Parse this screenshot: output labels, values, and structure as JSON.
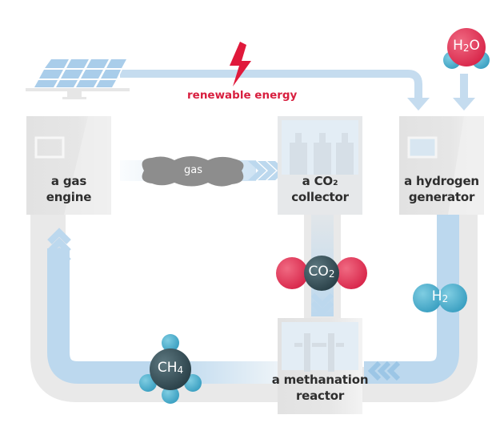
{
  "title": "Methanation cycle with CO2 recycling",
  "colors": {
    "flow_blue": "#bcd8ee",
    "pipe_gray": "#e9e9e9",
    "box_gray": "#e4e4e4",
    "energy_red": "#e0193b",
    "oxygen_red": "#e0425e",
    "hydrogen_cyan": "#4fb4d2",
    "carbon_dark": "#3a545c"
  },
  "energy_source": {
    "name": "solar panel",
    "label": "renewable energy"
  },
  "nodes": [
    {
      "id": "gas_engine",
      "line1": "a gas",
      "line2": "engine"
    },
    {
      "id": "co2_collector",
      "line1": "a CO₂",
      "line2": "collector"
    },
    {
      "id": "hydrogen_generator",
      "line1": "a hydrogen",
      "line2": "generator"
    },
    {
      "id": "methanation_reactor",
      "line1": "a methanation",
      "line2": "reactor"
    }
  ],
  "molecules": {
    "h2o": {
      "main": "H",
      "sub": "2",
      "tail": "O"
    },
    "co2": {
      "main": "CO",
      "sub": "2",
      "tail": ""
    },
    "h2": {
      "main": "H",
      "sub": "2",
      "tail": ""
    },
    "ch4": {
      "main": "CH",
      "sub": "4",
      "tail": ""
    }
  },
  "gas_cloud": {
    "label": "gas"
  },
  "flows": [
    {
      "from": "solar panel",
      "to": "hydrogen_generator",
      "label": "renewable energy"
    },
    {
      "from": "h2o",
      "to": "hydrogen_generator"
    },
    {
      "from": "gas_engine",
      "to": "co2_collector",
      "label": "gas"
    },
    {
      "from": "co2_collector",
      "to": "methanation_reactor",
      "label": "CO2"
    },
    {
      "from": "hydrogen_generator",
      "to": "methanation_reactor",
      "label": "H2"
    },
    {
      "from": "methanation_reactor",
      "to": "gas_engine",
      "label": "CH4"
    }
  ]
}
